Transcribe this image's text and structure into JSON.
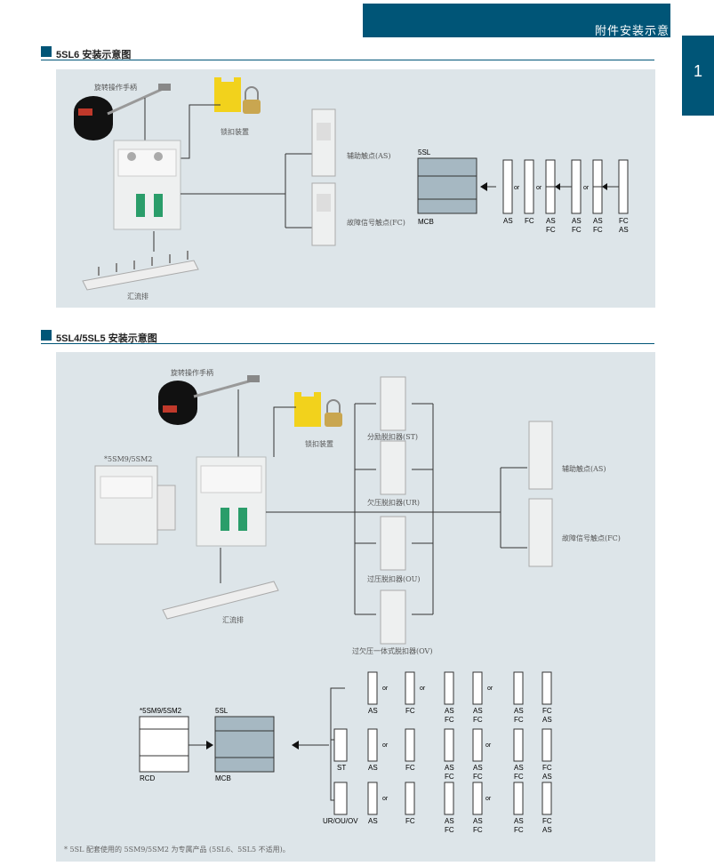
{
  "header": {
    "title": "附件安装示意"
  },
  "page_tab": "1",
  "section1": {
    "title": "5SL6 安装示意图",
    "labels": {
      "handle": "旋转操作手柄",
      "lock": "锁扣装置",
      "as": "辅助触点(AS)",
      "fc": "故障信号触点(FC)",
      "busbar": "汇流排"
    },
    "diagram": {
      "mcb_top": "5SL",
      "mcb_bottom": "MCB",
      "boxes": [
        "AS",
        "FC",
        "AS",
        "FC",
        "AS",
        "FC",
        "FC",
        "AS"
      ],
      "or": "or"
    }
  },
  "section2": {
    "title": "5SL4/5SL5 安装示意图",
    "labels": {
      "handle": "旋转操作手柄",
      "rcd_device": "*5SM9/5SM2",
      "lock": "锁扣装置",
      "st": "分励脱扣器(ST)",
      "ur": "欠压脱扣器(UR)",
      "ou": "过压脱扣器(OU)",
      "ov": "过欠压一体式脱扣器(OV)",
      "as": "辅助触点(AS)",
      "fc": "故障信号触点(FC)",
      "busbar": "汇流排"
    },
    "diagram": {
      "rcd_top": "*5SM9/5SM2",
      "rcd_bottom": "RCD",
      "mcb_top": "5SL",
      "mcb_bottom": "MCB",
      "row1": [
        "AS",
        "FC",
        "AS",
        "FC",
        "AS",
        "FC",
        "AS"
      ],
      "row2": [
        "ST",
        "AS",
        "FC",
        "AS",
        "FC",
        "AS",
        "FC",
        "AS"
      ],
      "row3": [
        "UR/OU/OV",
        "AS",
        "FC",
        "AS",
        "FC",
        "AS",
        "FC",
        "AS"
      ],
      "or": "or"
    },
    "note": "* 5SL 配套使用的 5SM9/5SM2 为专属产品 (5SL6、5SL5 不适用)。"
  },
  "colors": {
    "brand": "#005577",
    "panel": "#dde5e9",
    "mcb_fill": "#a6b8c2"
  }
}
